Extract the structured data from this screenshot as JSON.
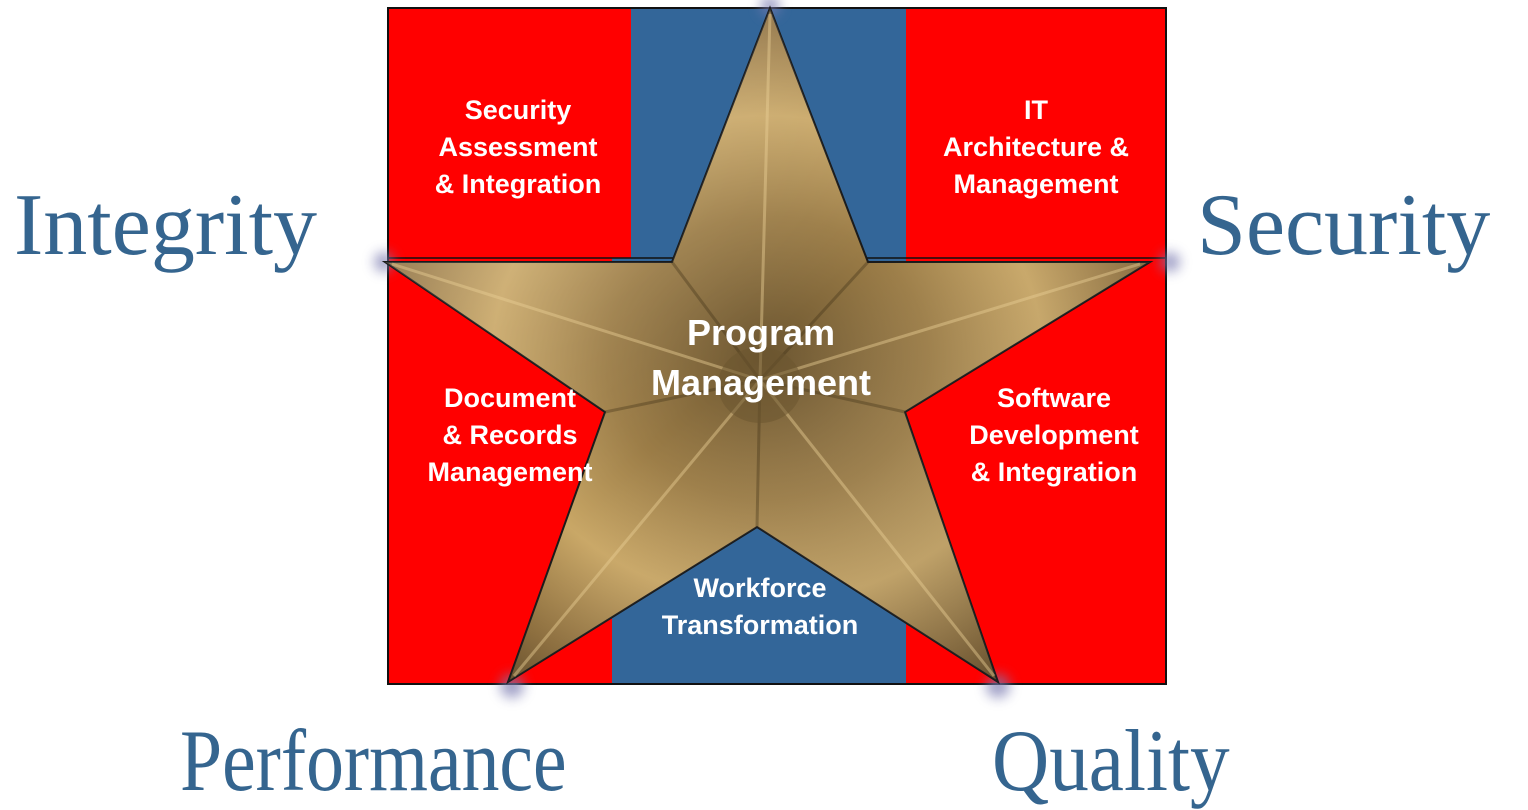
{
  "colors": {
    "block_red": "#ff0000",
    "block_blue": "#336699",
    "value_text": "#35658f",
    "label_text": "#ffffff",
    "star": "#8a6b3a"
  },
  "values": {
    "integrity": "Integrity",
    "security": "Security",
    "performance": "Performance",
    "quality": "Quality"
  },
  "center": {
    "line1": "Program",
    "line2": "Management"
  },
  "blocks": {
    "security_assessment": {
      "line1": "Security",
      "line2": "Assessment",
      "line3": "& Integration"
    },
    "it_architecture": {
      "line1": "IT",
      "line2": "Architecture &",
      "line3": "Management"
    },
    "document_records": {
      "line1": "Document",
      "line2": "& Records",
      "line3": "Management"
    },
    "software_development": {
      "line1": "Software",
      "line2": "Development",
      "line3": "& Integration"
    },
    "workforce": {
      "line1": "Workforce",
      "line2": "Transformation"
    }
  }
}
